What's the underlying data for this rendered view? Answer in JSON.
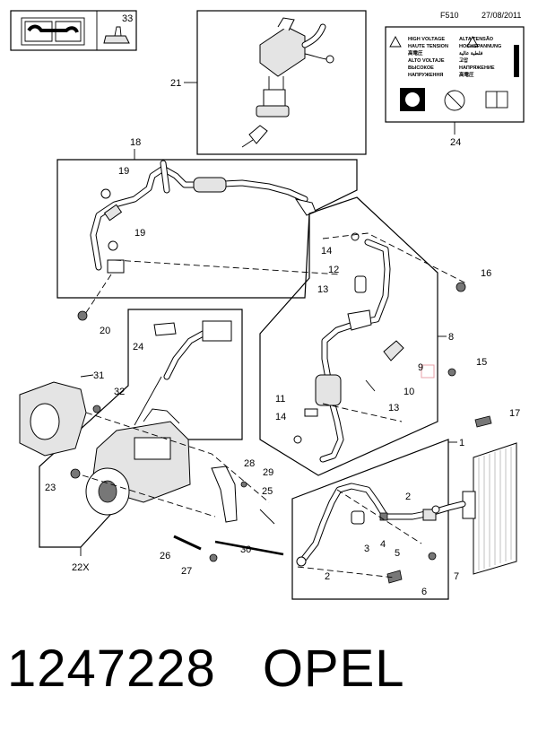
{
  "header": {
    "page_code": "F510",
    "date": "27/08/2011",
    "icon_count": "33"
  },
  "warning_label": {
    "lines_left": [
      "HIGH VOLTAGE",
      "HAUTE TENSION",
      "高電圧",
      "ALTO VOLTAJE",
      "ВЫСОКОЕ",
      "НАПРУЖЕННЯ"
    ],
    "lines_right": [
      "ALTA TENSÃO",
      "HOCHSPANNUNG",
      "فلطية عالية",
      "고압",
      "НАПРЯЖЕНИЕ",
      "高電圧"
    ]
  },
  "callouts": {
    "c1": "1",
    "c2a": "2",
    "c2b": "2",
    "c3": "3",
    "c4": "4",
    "c5": "5",
    "c6": "6",
    "c7": "7",
    "c8": "8",
    "c9": "9",
    "c10": "10",
    "c11": "11",
    "c12": "12",
    "c13a": "13",
    "c13b": "13",
    "c14a": "14",
    "c14b": "14",
    "c15": "15",
    "c16": "16",
    "c17": "17",
    "c18": "18",
    "c19a": "19",
    "c19b": "19",
    "c20": "20",
    "c21": "21",
    "c22x": "22X",
    "c23": "23",
    "c24a": "24",
    "c24b": "24",
    "c25": "25",
    "c26": "26",
    "c27": "27",
    "c28": "28",
    "c29": "29",
    "c30": "30",
    "c31": "31",
    "c32": "32"
  },
  "footer": {
    "part_number": "1247228",
    "brand": "OPEL"
  },
  "colors": {
    "highlight_box": "#e8a0a8"
  },
  "icons": [
    "manual-wrench-icon",
    "oil-can-icon",
    "hand-warning-icon",
    "no-touch-icon",
    "book-icon"
  ]
}
